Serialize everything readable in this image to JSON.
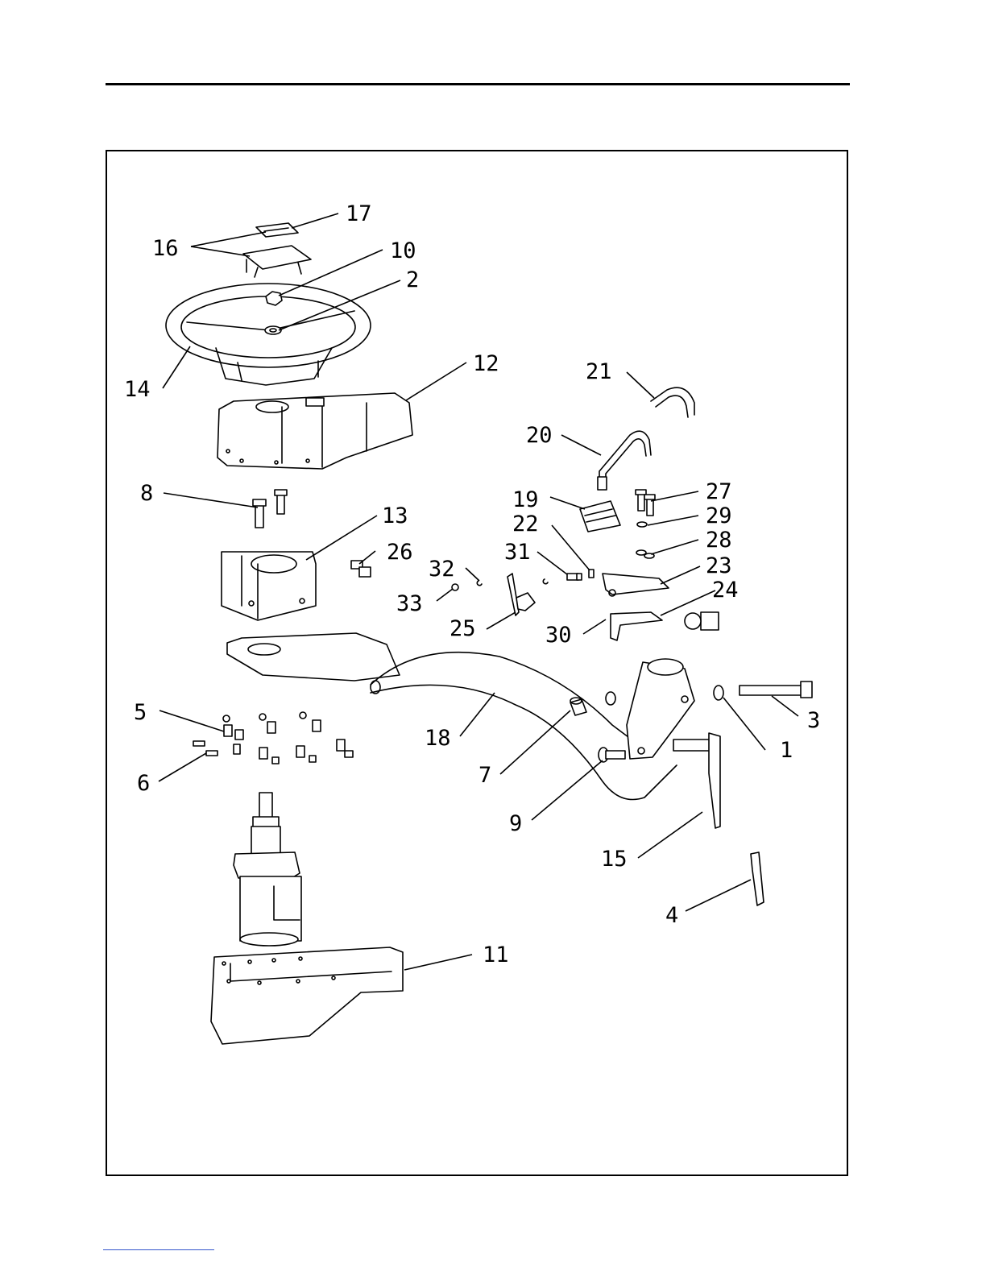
{
  "callouts": [
    {
      "id": "c1",
      "text": "1"
    },
    {
      "id": "c2",
      "text": "2"
    },
    {
      "id": "c3",
      "text": "3"
    },
    {
      "id": "c4",
      "text": "4"
    },
    {
      "id": "c5",
      "text": "5"
    },
    {
      "id": "c6",
      "text": "6"
    },
    {
      "id": "c7",
      "text": "7"
    },
    {
      "id": "c8",
      "text": "8"
    },
    {
      "id": "c9",
      "text": "9"
    },
    {
      "id": "c10",
      "text": "10"
    },
    {
      "id": "c11",
      "text": "11"
    },
    {
      "id": "c12",
      "text": "12"
    },
    {
      "id": "c13",
      "text": "13"
    },
    {
      "id": "c14",
      "text": "14"
    },
    {
      "id": "c15",
      "text": "15"
    },
    {
      "id": "c16",
      "text": "16"
    },
    {
      "id": "c17",
      "text": "17"
    },
    {
      "id": "c18",
      "text": "18"
    },
    {
      "id": "c19",
      "text": "19"
    },
    {
      "id": "c20",
      "text": "20"
    },
    {
      "id": "c21",
      "text": "21"
    },
    {
      "id": "c22",
      "text": "22"
    },
    {
      "id": "c23",
      "text": "23"
    },
    {
      "id": "c24",
      "text": "24"
    },
    {
      "id": "c25",
      "text": "25"
    },
    {
      "id": "c26",
      "text": "26"
    },
    {
      "id": "c27",
      "text": "27"
    },
    {
      "id": "c28",
      "text": "28"
    },
    {
      "id": "c29",
      "text": "29"
    },
    {
      "id": "c30",
      "text": "30"
    },
    {
      "id": "c31",
      "text": "31"
    },
    {
      "id": "c32",
      "text": "32"
    },
    {
      "id": "c33",
      "text": "33"
    }
  ],
  "colors": {
    "line": "#000000",
    "link_underline": "#3355cc"
  }
}
